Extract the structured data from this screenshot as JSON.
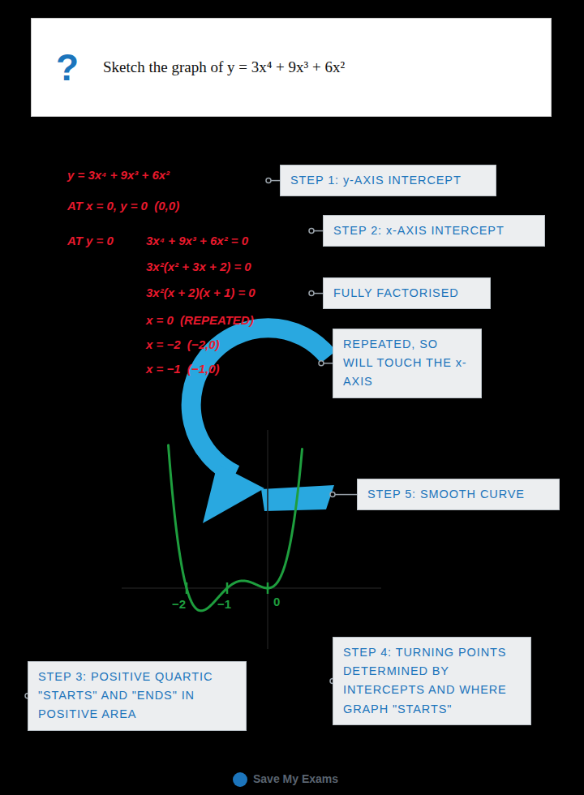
{
  "diagram": {
    "nodes": [
      {
        "text": [
          "?",
          "Sketch the graph of y = 3x⁴ + 9x³ + 6x²"
        ]
      },
      {
        "text": [
          "STEP 1: y-AXIS INTERCEPT"
        ]
      },
      {
        "text": [
          "STEP 2: x-AXIS INTERCEPT"
        ]
      },
      {
        "text": [
          "FULLY FACTORISED"
        ]
      },
      {
        "text": [
          "REPEATED, SO WILL TOUCH THE x-AXIS"
        ]
      },
      {
        "text": [
          "STEP 5: SMOOTH CURVE"
        ]
      },
      {
        "text": [
          "STEP 3: POSITIVE QUARTIC \"STARTS\" AND \"ENDS\" IN POSITIVE AREA"
        ]
      },
      {
        "text": [
          "STEP 4: TURNING POINTS DETERMINED BY INTERCEPTS AND WHERE GRAPH \"STARTS\""
        ]
      }
    ],
    "labels": [
      "y = 3x⁴ + 9x³ + 6x²",
      "AT x = 0, y = 0  (0,0)",
      "AT y = 0",
      "3x⁴ + 9x³ + 6x² = 0",
      "3x²(x² + 3x + 2) = 0",
      "3x²(x + 2)(x + 1) = 0",
      "x = 0  (REPEATED)",
      "x = −2  (−2,0)",
      "x = −1  (−1,0)",
      "−2",
      "−1",
      "0",
      "Save My Exams"
    ]
  }
}
